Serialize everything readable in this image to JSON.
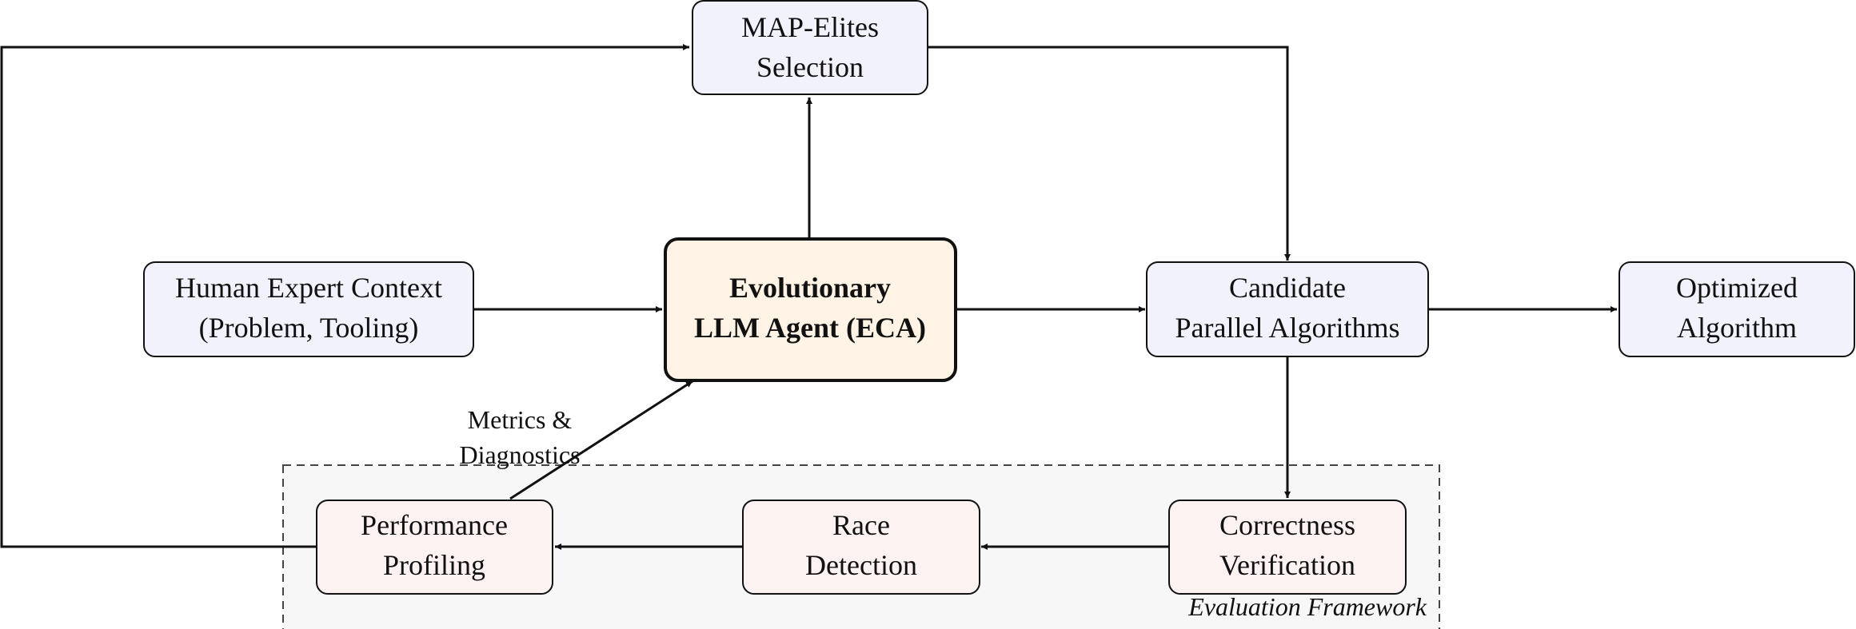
{
  "diagram": {
    "nodes": {
      "map_elites": {
        "line1": "MAP-Elites",
        "line2": "Selection"
      },
      "human_context": {
        "line1": "Human Expert Context",
        "line2": "(Problem, Tooling)"
      },
      "llm_agent": {
        "line1": "Evolutionary",
        "line2": "LLM Agent (ECA)"
      },
      "candidates": {
        "line1": "Candidate",
        "line2": "Parallel Algorithms"
      },
      "optimized": {
        "line1": "Optimized",
        "line2": "Algorithm"
      },
      "profiling": {
        "line1": "Performance",
        "line2": "Profiling"
      },
      "race": {
        "line1": "Race",
        "line2": "Detection"
      },
      "correctness": {
        "line1": "Correctness",
        "line2": "Verification"
      }
    },
    "edge_label": {
      "line1": "Metrics &",
      "line2": "Diagnostics"
    },
    "group_label": "Evaluation Framework"
  },
  "colors": {
    "process_fill": "#f2f2fc",
    "agent_fill": "#fef3e4",
    "eval_fill": "#fdf2f2",
    "group_fill": "#f7f7f7",
    "stroke": "#111111"
  }
}
